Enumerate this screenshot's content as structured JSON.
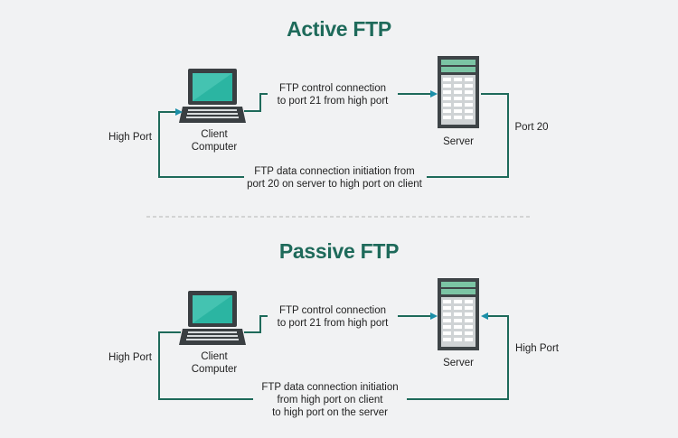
{
  "active": {
    "title": "Active FTP",
    "client_label": [
      "Client",
      "Computer"
    ],
    "server_label": "Server",
    "left_port": "High Port",
    "right_port": "Port 20",
    "control_text": [
      "FTP control connection",
      "to port 21 from high port"
    ],
    "data_text": [
      "FTP data connection initiation from",
      "port 20 on server to high port on client"
    ]
  },
  "passive": {
    "title": "Passive FTP",
    "client_label": [
      "Client",
      "Computer"
    ],
    "server_label": "Server",
    "left_port": "High Port",
    "right_port": "High Port",
    "control_text": [
      "FTP control connection",
      "to port 21 from high port"
    ],
    "data_text": [
      "FTP data connection initiation",
      "from high port on client",
      "to high port on the server"
    ]
  },
  "colors": {
    "title": "#1e6a5a",
    "line": "#1e6a5a",
    "arrow": "#1b8fa8",
    "screen": "#2bb5a2",
    "laptop_body": "#3a3f42",
    "server_green": "#7bc4a4",
    "divider": "#c9c9c9"
  }
}
